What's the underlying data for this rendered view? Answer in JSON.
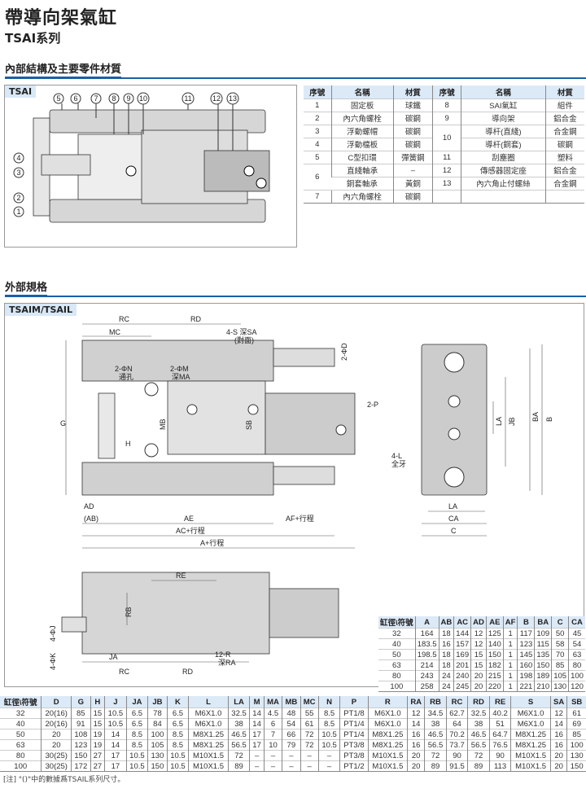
{
  "header": {
    "title": "帶導向架氣缸",
    "subtitle": "TSAI系列"
  },
  "section1": {
    "title": "內部結構及主要零件材質",
    "diagram_label": "TSAI",
    "callouts": [
      "1",
      "2",
      "3",
      "4",
      "5",
      "6",
      "7",
      "8",
      "9",
      "10",
      "11",
      "12",
      "13"
    ]
  },
  "parts_table": {
    "headers": [
      "序號",
      "名稱",
      "材質",
      "序號",
      "名稱",
      "材質"
    ],
    "rows": [
      [
        "1",
        "固定板",
        "球鐵",
        "8",
        "SAI氣缸",
        "組件"
      ],
      [
        "2",
        "內六角螺栓",
        "碳鋼",
        "9",
        "導向架",
        "鋁合金"
      ],
      [
        "3",
        "浮動螺帽",
        "碳鋼",
        "10",
        "導杆(直綫)",
        "合金鋼"
      ],
      [
        "4",
        "浮動檔板",
        "碳鋼",
        "",
        "導杆(銅套)",
        "碳鋼"
      ],
      [
        "5",
        "C型扣環",
        "彈簧鋼",
        "11",
        "刮塵圈",
        "塑料"
      ],
      [
        "6",
        "直綫軸承",
        "–",
        "12",
        "傳感器固定座",
        "鋁合金"
      ],
      [
        "",
        "銅套軸承",
        "黃銅",
        "13",
        "內六角止付螺絲",
        "合金鋼"
      ],
      [
        "7",
        "內六角螺栓",
        "碳鋼",
        "",
        "",
        ""
      ]
    ]
  },
  "section2": {
    "title": "外部規格",
    "diagram_label": "TSAIM/TSAIL"
  },
  "dim_labels": {
    "rc": "RC",
    "rd": "RD",
    "mc": "MC",
    "s": "4-S 深SA",
    "s2": "(對面)",
    "n": "2-ΦN",
    "n2": "通孔",
    "m": "2-ΦM",
    "m2": "深MA",
    "d": "2-ΦD",
    "p": "2-P",
    "g": "G",
    "mb": "MB",
    "sb": "SB",
    "h": "H",
    "ad": "AD",
    "ab": "(AB)",
    "ae": "AE",
    "af": "AF+行程",
    "ac": "AC+行程",
    "a": "A+行程",
    "l": "4-L",
    "l2": "全牙",
    "la": "LA",
    "jb": "JB",
    "ba": "BA",
    "b": "B",
    "ca": "CA",
    "c": "C",
    "re": "RE",
    "rb": "RB",
    "j": "4-ΦJ",
    "k": "4-ΦK",
    "ja": "JA",
    "rc2": "RC",
    "rd2": "RD",
    "r": "12-R",
    "r2": "深RA"
  },
  "small_table": {
    "headers": [
      "缸徑\\符號",
      "A",
      "AB",
      "AC",
      "AD",
      "AE",
      "AF",
      "B",
      "BA",
      "C",
      "CA"
    ],
    "rows": [
      [
        "32",
        "164",
        "18",
        "144",
        "12",
        "125",
        "1",
        "117",
        "109",
        "50",
        "45"
      ],
      [
        "40",
        "183.5",
        "16",
        "157",
        "12",
        "140",
        "1",
        "123",
        "115",
        "58",
        "54"
      ],
      [
        "50",
        "198.5",
        "18",
        "169",
        "15",
        "150",
        "1",
        "145",
        "135",
        "70",
        "63"
      ],
      [
        "63",
        "214",
        "18",
        "201",
        "15",
        "182",
        "1",
        "160",
        "150",
        "85",
        "80"
      ],
      [
        "80",
        "243",
        "24",
        "240",
        "20",
        "215",
        "1",
        "198",
        "189",
        "105",
        "100"
      ],
      [
        "100",
        "258",
        "24",
        "245",
        "20",
        "220",
        "1",
        "221",
        "210",
        "130",
        "120"
      ]
    ]
  },
  "big_table": {
    "headers": [
      "缸徑\\符號",
      "D",
      "G",
      "H",
      "J",
      "JA",
      "JB",
      "K",
      "L",
      "LA",
      "M",
      "MA",
      "MB",
      "MC",
      "N",
      "P",
      "R",
      "RA",
      "RB",
      "RC",
      "RD",
      "RE",
      "S",
      "SA",
      "SB"
    ],
    "rows": [
      [
        "32",
        "20(16)",
        "85",
        "15",
        "10.5",
        "6.5",
        "78",
        "6.5",
        "M6X1.0",
        "32.5",
        "14",
        "4.5",
        "48",
        "55",
        "8.5",
        "PT1/8",
        "M6X1.0",
        "12",
        "34.5",
        "62.7",
        "32.5",
        "40.2",
        "M6X1.0",
        "12",
        "61"
      ],
      [
        "40",
        "20(16)",
        "91",
        "15",
        "10.5",
        "6.5",
        "84",
        "6.5",
        "M6X1.0",
        "38",
        "14",
        "6",
        "54",
        "61",
        "8.5",
        "PT1/4",
        "M6X1.0",
        "14",
        "38",
        "64",
        "38",
        "51",
        "M6X1.0",
        "14",
        "69"
      ],
      [
        "50",
        "20",
        "108",
        "19",
        "14",
        "8.5",
        "100",
        "8.5",
        "M8X1.25",
        "46.5",
        "17",
        "7",
        "66",
        "72",
        "10.5",
        "PT1/4",
        "M8X1.25",
        "16",
        "46.5",
        "70.2",
        "46.5",
        "64.7",
        "M8X1.25",
        "16",
        "85"
      ],
      [
        "63",
        "20",
        "123",
        "19",
        "14",
        "8.5",
        "105",
        "8.5",
        "M8X1.25",
        "56.5",
        "17",
        "10",
        "79",
        "72",
        "10.5",
        "PT3/8",
        "M8X1.25",
        "16",
        "56.5",
        "73.7",
        "56.5",
        "76.5",
        "M8X1.25",
        "16",
        "100"
      ],
      [
        "80",
        "30(25)",
        "150",
        "27",
        "17",
        "10.5",
        "130",
        "10.5",
        "M10X1.5",
        "72",
        "–",
        "–",
        "–",
        "–",
        "–",
        "PT3/8",
        "M10X1.5",
        "20",
        "72",
        "90",
        "72",
        "90",
        "M10X1.5",
        "20",
        "130"
      ],
      [
        "100",
        "30(25)",
        "172",
        "27",
        "17",
        "10.5",
        "150",
        "10.5",
        "M10X1.5",
        "89",
        "–",
        "–",
        "–",
        "–",
        "–",
        "PT1/2",
        "M10X1.5",
        "20",
        "89",
        "91.5",
        "89",
        "113",
        "M10X1.5",
        "20",
        "150"
      ]
    ]
  },
  "note": "[注] \"()\"中的數據爲TSAIL系列尺寸。"
}
